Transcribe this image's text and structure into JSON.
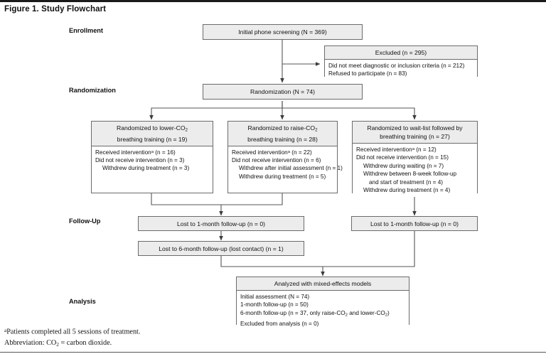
{
  "figure": {
    "title": "Figure 1. Study Flowchart"
  },
  "stages": [
    {
      "key": "enrollment",
      "label": "Enrollment"
    },
    {
      "key": "randomization",
      "label": "Randomization"
    },
    {
      "key": "followup",
      "label": "Follow-Up"
    },
    {
      "key": "analysis",
      "label": "Analysis"
    }
  ],
  "nodes": {
    "initial_screening": {
      "title": "Initial phone screening (N = 369)"
    },
    "excluded": {
      "header": "Excluded (n = 295)",
      "lines": [
        "Did not meet diagnostic or inclusion criteria (n = 212)",
        "Refused to participate (n = 83)"
      ]
    },
    "randomization": {
      "title": "Randomization (N = 74)"
    },
    "arm_lower": {
      "header_line1": "Randomized to lower-CO",
      "header_sub1": "2",
      "header_line2": "breathing training (n = 19)",
      "lines": [
        {
          "text": "Received intervention",
          "sup": "a",
          "tail": " (n = 16)",
          "indent": 0
        },
        {
          "text": "Did not receive intervention (n = 3)",
          "indent": 0
        },
        {
          "text": "Withdrew during treatment (n = 3)",
          "indent": 1
        }
      ]
    },
    "arm_raise": {
      "header_line1": "Randomized to raise-CO",
      "header_sub1": "2",
      "header_line2": "breathing training (n = 28)",
      "lines": [
        {
          "text": "Received intervention",
          "sup": "a",
          "tail": " (n = 22)",
          "indent": 0
        },
        {
          "text": "Did not receive intervention (n = 6)",
          "indent": 0
        },
        {
          "text": "Withdrew after initial assessment (n = 1)",
          "indent": 1
        },
        {
          "text": "Withdrew during treatment (n = 5)",
          "indent": 1
        }
      ]
    },
    "arm_waitlist": {
      "header_line1": "Randomized to wait-list followed by",
      "header_line2": "breathing training (n = 27)",
      "lines": [
        {
          "text": "Received intervention",
          "sup": "a",
          "tail": " (n = 12)",
          "indent": 0
        },
        {
          "text": "Did not receive intervention (n = 15)",
          "indent": 0
        },
        {
          "text": "Withdrew during waiting (n = 7)",
          "indent": 1
        },
        {
          "text": "Withdrew between 8-week follow-up",
          "indent": 1
        },
        {
          "text": "and start of treatment (n = 4)",
          "indent": 2
        },
        {
          "text": "Withdrew during treatment (n = 4)",
          "indent": 1
        }
      ]
    },
    "lost_1month_left": {
      "title": "Lost to 1-month follow-up (n = 0)"
    },
    "lost_1month_right": {
      "title": "Lost to 1-month follow-up (n = 0)"
    },
    "lost_6month": {
      "title": "Lost to 6-month follow-up (lost contact) (n = 1)"
    },
    "analyzed": {
      "header": "Analyzed with mixed-effects models",
      "lines": [
        {
          "pre": "Initial assessment (N = 74)"
        },
        {
          "pre": "1-month follow-up (n = 50)"
        },
        {
          "pre": "6-month follow-up (n = 37, only raise-CO",
          "sub": "2",
          "mid": " and lower-CO",
          "sub2": "2",
          "post": ")"
        },
        {
          "pre": "Excluded from analysis (n = 0)"
        }
      ]
    }
  },
  "footnotes": [
    {
      "sup": "a",
      "text": "Patients completed all 5 sessions of treatment."
    },
    {
      "text_pre": "Abbreviation: CO",
      "sub": "2",
      "text_post": " = carbon dioxide."
    }
  ],
  "colors": {
    "box_header_fill": "#ececec",
    "box_border": "#6b6b6b",
    "rule": "#1a1a1a",
    "text": "#111111",
    "wire": "#555555"
  }
}
